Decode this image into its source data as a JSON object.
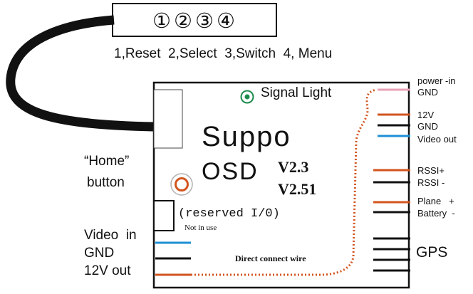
{
  "keypad": {
    "keys": [
      "①",
      "②",
      "③",
      "④"
    ],
    "legend": "1,Reset  2,Select  3,Switch  4, Menu"
  },
  "board": {
    "title_line1": "Suppo",
    "title_line2": "OSD",
    "version1": "V2.3",
    "version2": "V2.51",
    "signal_light": "Signal Light",
    "reserved_io": "(reserved I/0)",
    "not_in_use": "Not in use",
    "direct_wire": "Direct connect wire"
  },
  "home_button": {
    "line1": "“Home”",
    "line2": "button"
  },
  "left_pins": {
    "video_in": "Video  in",
    "gnd": "GND",
    "out12v": "12V out"
  },
  "right_pins": {
    "power_in": "power -in",
    "gnd1": "GND",
    "v12": "12V",
    "gnd2": "GND",
    "video_out": "Video out",
    "rssi_plus": "RSSI+",
    "rssi_minus": "RSSI -",
    "plane": "Plane   +",
    "battery": "Battery  -",
    "gps": "GPS"
  },
  "colors": {
    "wire_black": "#111111",
    "wire_orange": "#d2541e",
    "wire_blue": "#1e90d6",
    "wire_pink": "#e8a0b4",
    "signal_green": "#1e8a4a",
    "home_red": "#d2541e"
  }
}
